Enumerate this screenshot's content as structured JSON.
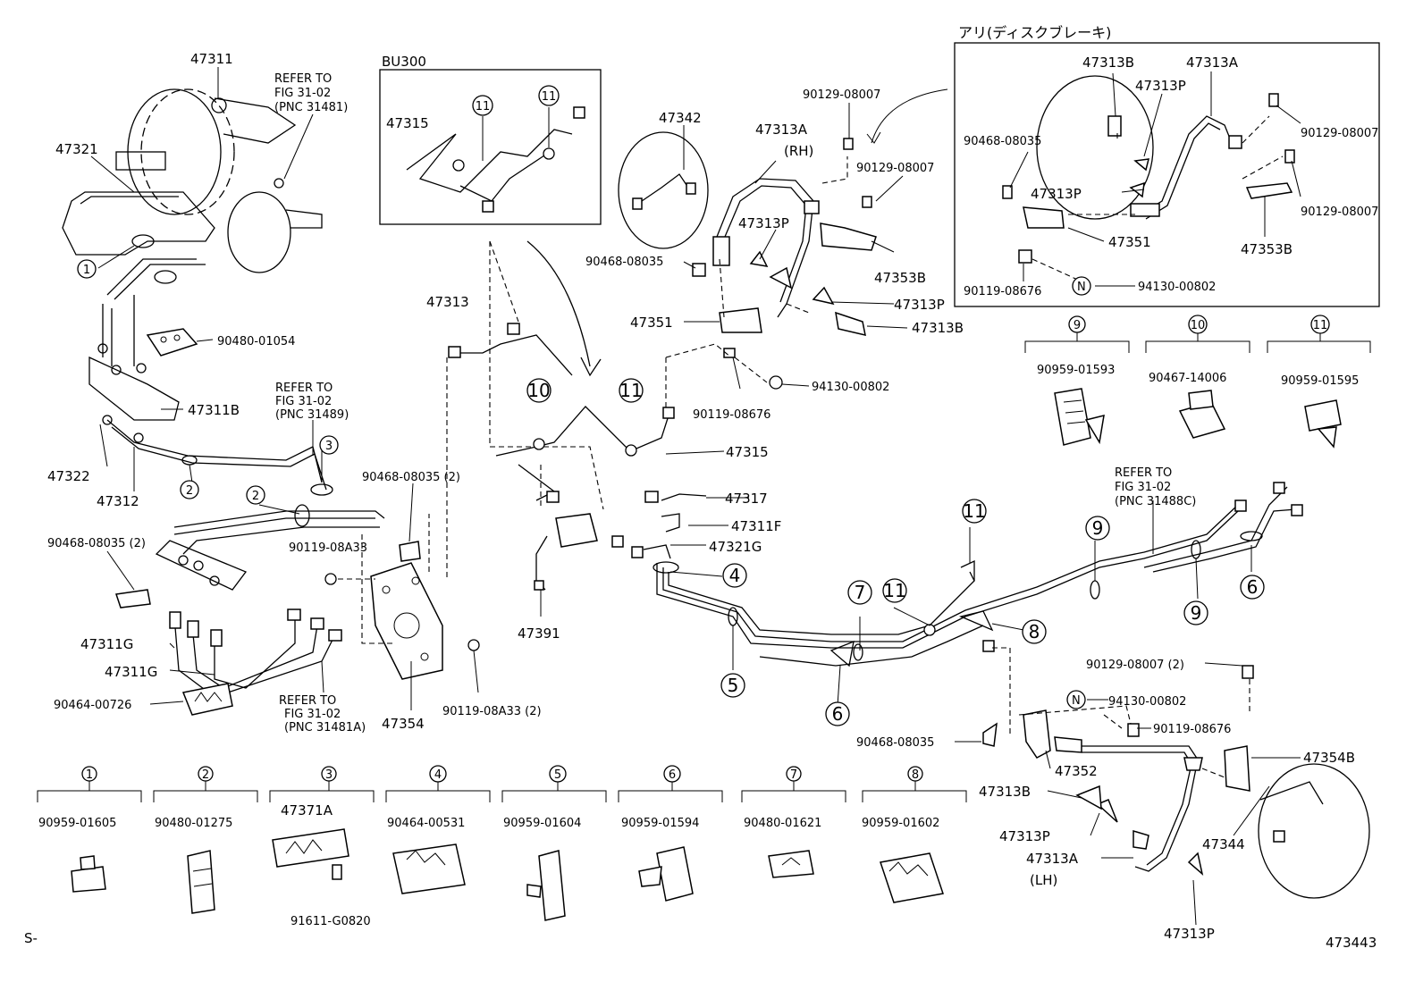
{
  "labels": {
    "p47311": "47311",
    "p47321": "47321",
    "refer1": "REFER TO",
    "refer1b": "FIG 31-02",
    "refer1c": "(PNC 31481)",
    "p90480_01054": "90480-01054",
    "p47311B": "47311B",
    "refer2": "REFER TO",
    "refer2b": "FIG 31-02",
    "refer2c": "(PNC 31489)",
    "p47322": "47322",
    "p47312": "47312",
    "p90468_08035_2a": "90468-08035 (2)",
    "p90468_08035_2b": "90468-08035 (2)",
    "p90119_08A33": "90119-08A33",
    "p47311G_a": "47311G",
    "p47311G_b": "47311G",
    "p90464_00726": "90464-00726",
    "refer3": "REFER TO",
    "refer3b": "FIG 31-02",
    "refer3c": "(PNC 31481A)",
    "p47354": "47354",
    "p90119_08A33_2": "90119-08A33 (2)",
    "bu300": "BU300",
    "p47315_box": "47315",
    "p47342": "47342",
    "p47313A_rh": "47313A",
    "rh": "(RH)",
    "p47313P_top": "47313P",
    "p90468_08035_top": "90468-08035",
    "p47351_mid": "47351",
    "p90119_08676_mid": "90119-08676",
    "p94130_00802_mid": "94130-00802",
    "p90129_08007_a": "90129-08007",
    "p90129_08007_b": "90129-08007",
    "p47353B_mid": "47353B",
    "p47313P_mid": "47313P",
    "p47313B_mid": "47313B",
    "p47313": "47313",
    "p47315": "47315",
    "p47317": "47317",
    "p47311F": "47311F",
    "p47321G": "47321G",
    "p47391": "47391",
    "jp_title": "アリ(ディスクブレーキ)",
    "d_47313B": "47313B",
    "d_47313A": "47313A",
    "d_47313P_a": "47313P",
    "d_90468_08035": "90468-08035",
    "d_90129_08007_a": "90129-08007",
    "d_90129_08007_b": "90129-08007",
    "d_47313P_b": "47313P",
    "d_47351": "47351",
    "d_47353B": "47353B",
    "d_90119_08676": "90119-08676",
    "d_94130_00802": "94130-00802",
    "c9_part": "90959-01593",
    "c10_part": "90467-14006",
    "c11_part": "90959-01595",
    "refer4": "REFER TO",
    "refer4b": "FIG 31-02",
    "refer4c": "(PNC 31488C)",
    "p90129_08007_2": "90129-08007 (2)",
    "p94130_00802_low": "94130-00802",
    "p90119_08676_low": "90119-08676",
    "p90468_08035_low": "90468-08035",
    "p47352": "47352",
    "p47354B": "47354B",
    "p47313B_low": "47313B",
    "p47313P_low": "47313P",
    "p47313A_lh": "47313A",
    "lh": "(LH)",
    "p47344": "47344",
    "p47313P_bot": "47313P",
    "c1_part": "90959-01605",
    "c2_part": "90480-01275",
    "c3_part": "47371A",
    "c3_bolt": "91611-G0820",
    "c4_part": "90464-00531",
    "c5_part": "90959-01604",
    "c6_part": "90959-01594",
    "c7_part": "90480-01621",
    "c8_part": "90959-01602",
    "s_mark": "S-",
    "fig_no": "473443",
    "n": "N"
  },
  "callouts": {
    "n1": "1",
    "n2": "2",
    "n3": "3",
    "n4": "4",
    "n5": "5",
    "n6": "6",
    "n7": "7",
    "n8": "8",
    "n9": "9",
    "n10": "10",
    "n11": "11"
  }
}
